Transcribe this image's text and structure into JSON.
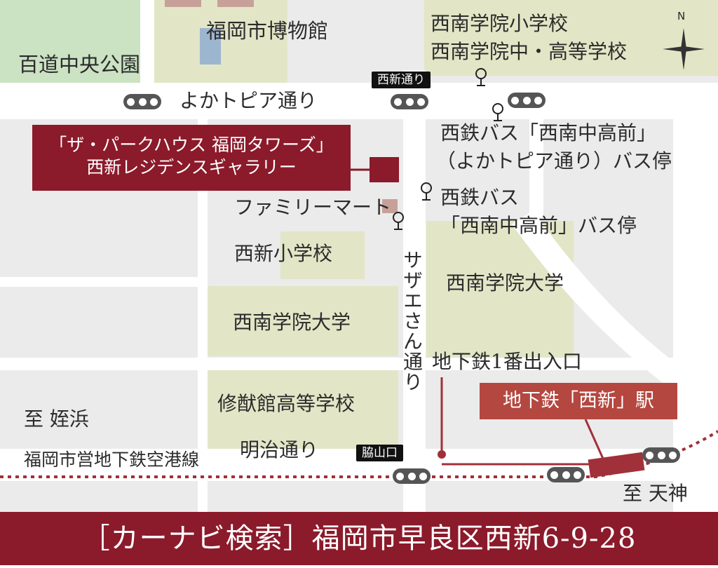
{
  "labels": {
    "museum": "福岡市博物館",
    "momochi_park": "百道中央公園",
    "seinan_primary": "西南学院小学校",
    "seinan_jhs": "西南学院中・高等学校",
    "yokatopia": "よかトピア通り",
    "bus_stop_1_line1": "西鉄バス「西南中高前」",
    "bus_stop_1_line2": "（よかトピア通り）バス停",
    "bus_stop_2_line1": "西鉄バス",
    "bus_stop_2_line2": "「西南中高前」バス停",
    "family_mart": "ファミリーマート",
    "nishijin_primary": "西新小学校",
    "seinan_univ_left": "西南学院大学",
    "seinan_univ_right": "西南学院大学",
    "sazaesan": "サザエさん通り",
    "subway_exit": "地下鉄1番出入口",
    "shuyukan": "修猷館高等学校",
    "to_meinohama": "至 姪浜",
    "airport_line": "福岡市営地下鉄空港線",
    "meiji_dori": "明治通り",
    "to_tenjin": "至 天神"
  },
  "gallery": {
    "line1": "「ザ・パークハウス 福岡タワーズ」",
    "line2": "西新レジデンスギャラリー"
  },
  "station": {
    "label": "地下鉄「西新」駅"
  },
  "tags": {
    "nishijin_dori": "西新通り",
    "wakiyamaguchi": "脇山口"
  },
  "compass": {
    "north": "N"
  },
  "footer": {
    "address": "［カーナビ検索］福岡市早良区西新6-9-28"
  },
  "colors": {
    "block_green": "#e0e6c8",
    "park_green": "#cce3c4",
    "block_gray": "#ececec",
    "road_white": "#ffffff",
    "accent_dark": "#8b1a2b",
    "accent_station": "#b4473f",
    "rail": "#a0303a"
  }
}
